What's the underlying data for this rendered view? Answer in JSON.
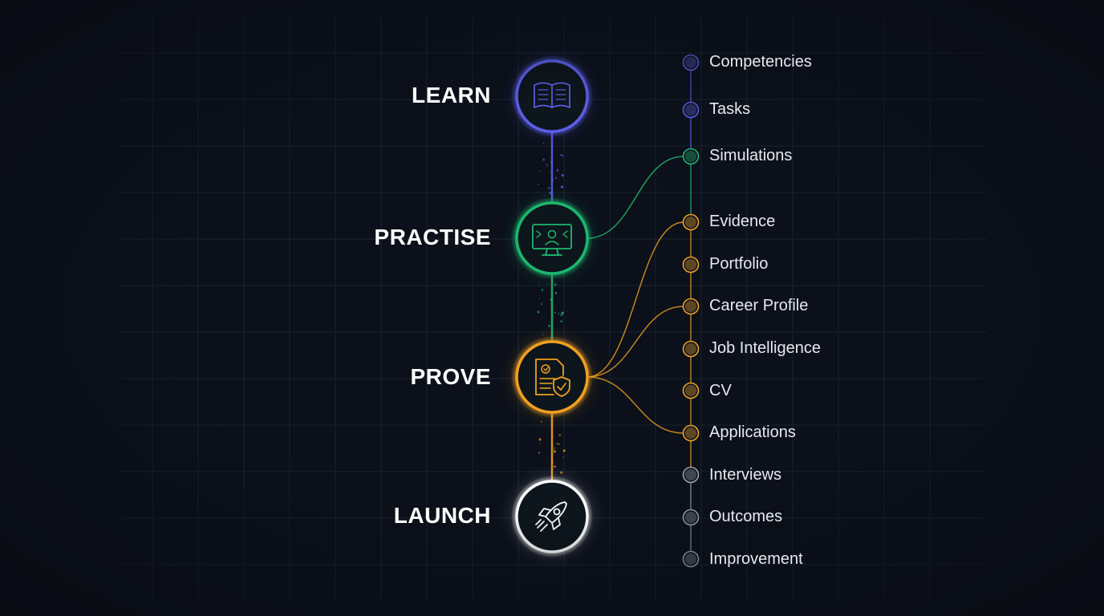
{
  "colors": {
    "background": "#0b101a",
    "learn": "#5b5ee8",
    "practise": "#1fb66e",
    "prove": "#f0a020",
    "launch": "#ffffff"
  },
  "stages": [
    {
      "label": "LEARN",
      "icon": "book-icon",
      "color": "#5b5ee8"
    },
    {
      "label": "PRACTISE",
      "icon": "monitor-icon",
      "color": "#1fb66e"
    },
    {
      "label": "PROVE",
      "icon": "document-shield-icon",
      "color": "#f0a020"
    },
    {
      "label": "LAUNCH",
      "icon": "rocket-icon",
      "color": "#ffffff"
    }
  ],
  "steps": [
    {
      "label": "Competencies",
      "color": "#5b5ee8"
    },
    {
      "label": "Tasks",
      "color": "#5b5ee8"
    },
    {
      "label": "Simulations",
      "color": "#1fb66e"
    },
    {
      "label": "Evidence",
      "color": "#f0a020"
    },
    {
      "label": "Portfolio",
      "color": "#f0a020"
    },
    {
      "label": "Career Profile",
      "color": "#f0a020"
    },
    {
      "label": "Job Intelligence",
      "color": "#f0a020"
    },
    {
      "label": "CV",
      "color": "#f0a020"
    },
    {
      "label": "Applications",
      "color": "#f0a020"
    },
    {
      "label": "Interviews",
      "color": "#9aa0aa"
    },
    {
      "label": "Outcomes",
      "color": "#9aa0aa"
    },
    {
      "label": "Improvement",
      "color": "#9aa0aa"
    }
  ]
}
